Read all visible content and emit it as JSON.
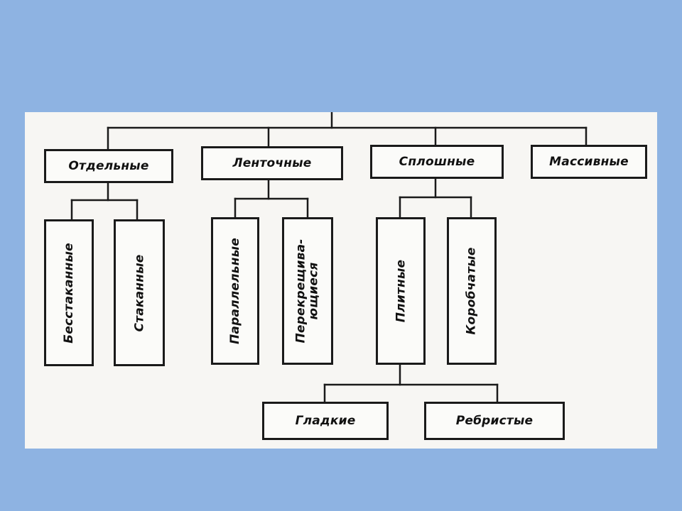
{
  "diagram": {
    "top": [
      {
        "id": "otdelnye",
        "label": "Отдельные"
      },
      {
        "id": "lentochnye",
        "label": "Ленточные"
      },
      {
        "id": "sploshnye",
        "label": "Сплошные"
      },
      {
        "id": "massivnye",
        "label": "Массивные"
      }
    ],
    "otdelnye_children": [
      {
        "id": "bestakannye",
        "label": "Бесстаканные"
      },
      {
        "id": "stakannye",
        "label": "Стаканные"
      }
    ],
    "lentochnye_children": [
      {
        "id": "parallelnye",
        "label": "Параллельные"
      },
      {
        "id": "perekreshchivayushchiesya",
        "line1": "Перекрещива-",
        "line2": "ющиеся"
      }
    ],
    "sploshnye_children": [
      {
        "id": "plitnye",
        "label": "Плитные"
      },
      {
        "id": "korobchatye",
        "label": "Коробчатые"
      }
    ],
    "plitnye_children": [
      {
        "id": "gladkie",
        "label": "Гладкие"
      },
      {
        "id": "rebristye",
        "label": "Ребристые"
      }
    ]
  }
}
